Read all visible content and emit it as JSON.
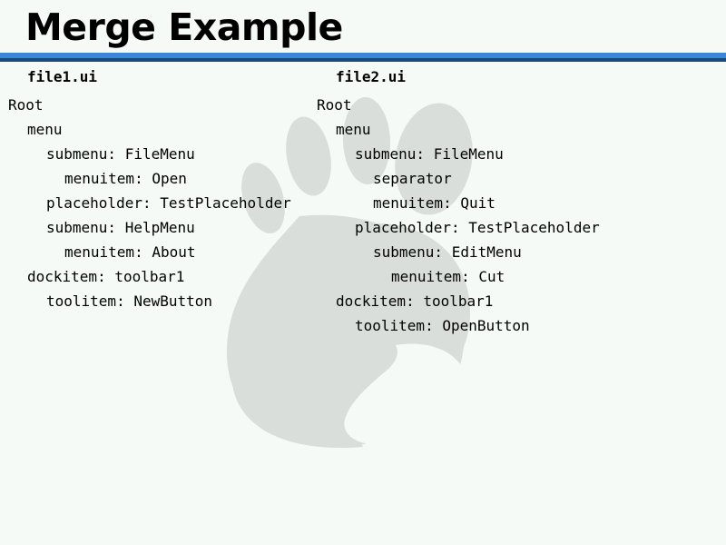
{
  "slide": {
    "title": "Merge Example",
    "background_color": "#f5faf7",
    "rule_light_color": "#3a86d8",
    "rule_dark_color": "#1a4a7a",
    "text_color": "#000000",
    "watermark_color": "#d9dedb",
    "watermark_name": "gnome-foot-watermark"
  },
  "columns": [
    {
      "header": "file1.ui",
      "lines": [
        {
          "text": "Root",
          "indent": 0
        },
        {
          "text": "menu",
          "indent": 1
        },
        {
          "text": "submenu: FileMenu",
          "indent": 2
        },
        {
          "text": "menuitem: Open",
          "indent": 3
        },
        {
          "text": "placeholder: TestPlaceholder",
          "indent": 2
        },
        {
          "text": "submenu: HelpMenu",
          "indent": 2
        },
        {
          "text": "menuitem: About",
          "indent": 3
        },
        {
          "text": "dockitem: toolbar1",
          "indent": 1
        },
        {
          "text": "toolitem: NewButton",
          "indent": 2
        }
      ]
    },
    {
      "header": "file2.ui",
      "lines": [
        {
          "text": "Root",
          "indent": 0
        },
        {
          "text": "menu",
          "indent": 1
        },
        {
          "text": "submenu: FileMenu",
          "indent": 2
        },
        {
          "text": "separator",
          "indent": 3
        },
        {
          "text": "menuitem: Quit",
          "indent": 3
        },
        {
          "text": "placeholder: TestPlaceholder",
          "indent": 2
        },
        {
          "text": "submenu: EditMenu",
          "indent": 3
        },
        {
          "text": "menuitem: Cut",
          "indent": 4
        },
        {
          "text": "dockitem: toolbar1",
          "indent": 1
        },
        {
          "text": "toolitem: OpenButton",
          "indent": 2
        }
      ]
    }
  ]
}
